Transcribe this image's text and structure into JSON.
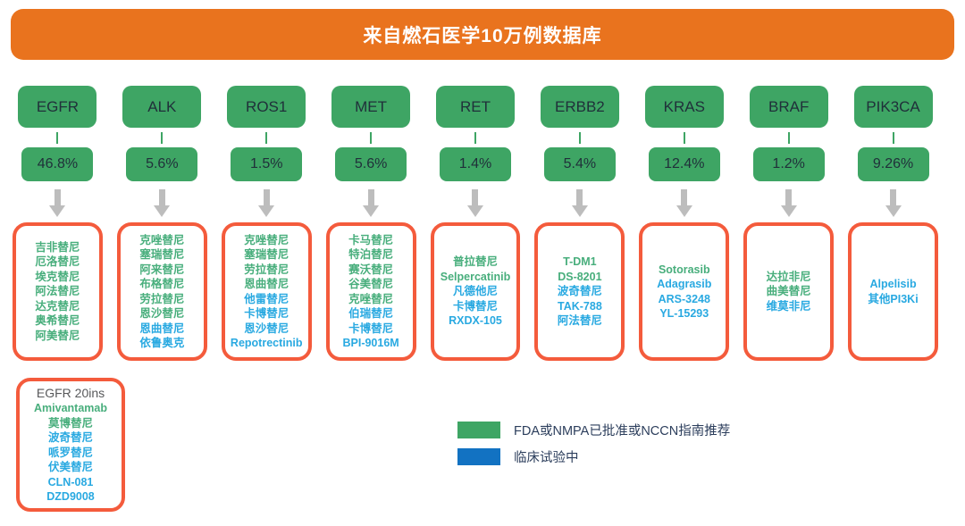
{
  "header": {
    "title": "来自燃石医学10万例数据库"
  },
  "colors": {
    "header_orange": "#E9731E",
    "node_green": "#3EA564",
    "box_border_orange": "#F45B3C",
    "approved_green": "#48AE7C",
    "trial_blue": "#29A9E1",
    "legend_blue": "#1272C2",
    "legend_text": "#2C3E5C",
    "arrow_gray": "#BDBDBD"
  },
  "columns": [
    {
      "gene": "EGFR",
      "frequency": "46.8%",
      "drugs": [
        {
          "name": "吉非替尼",
          "status": "approved"
        },
        {
          "name": "厄洛替尼",
          "status": "approved"
        },
        {
          "name": "埃克替尼",
          "status": "approved"
        },
        {
          "name": "阿法替尼",
          "status": "approved"
        },
        {
          "name": "达克替尼",
          "status": "approved"
        },
        {
          "name": "奥希替尼",
          "status": "approved"
        },
        {
          "name": "阿美替尼",
          "status": "approved"
        }
      ]
    },
    {
      "gene": "ALK",
      "frequency": "5.6%",
      "drugs": [
        {
          "name": "克唑替尼",
          "status": "approved"
        },
        {
          "name": "塞瑞替尼",
          "status": "approved"
        },
        {
          "name": "阿来替尼",
          "status": "approved"
        },
        {
          "name": "布格替尼",
          "status": "approved"
        },
        {
          "name": "劳拉替尼",
          "status": "approved"
        },
        {
          "name": "恩沙替尼",
          "status": "approved"
        },
        {
          "name": "恩曲替尼",
          "status": "trial"
        },
        {
          "name": "依鲁奥克",
          "status": "trial"
        }
      ]
    },
    {
      "gene": "ROS1",
      "frequency": "1.5%",
      "drugs": [
        {
          "name": "克唑替尼",
          "status": "approved"
        },
        {
          "name": "塞瑞替尼",
          "status": "approved"
        },
        {
          "name": "劳拉替尼",
          "status": "approved"
        },
        {
          "name": "恩曲替尼",
          "status": "approved"
        },
        {
          "name": "他雷替尼",
          "status": "trial"
        },
        {
          "name": "卡博替尼",
          "status": "trial"
        },
        {
          "name": "恩沙替尼",
          "status": "trial"
        },
        {
          "name": "Repotrectinib",
          "status": "trial"
        }
      ]
    },
    {
      "gene": "MET",
      "frequency": "5.6%",
      "drugs": [
        {
          "name": "卡马替尼",
          "status": "approved"
        },
        {
          "name": "特泊替尼",
          "status": "approved"
        },
        {
          "name": "赛沃替尼",
          "status": "approved"
        },
        {
          "name": "谷美替尼",
          "status": "approved"
        },
        {
          "name": "克唑替尼",
          "status": "approved"
        },
        {
          "name": "伯瑞替尼",
          "status": "trial"
        },
        {
          "name": "卡博替尼",
          "status": "trial"
        },
        {
          "name": "BPI-9016M",
          "status": "trial"
        }
      ]
    },
    {
      "gene": "RET",
      "frequency": "1.4%",
      "drugs": [
        {
          "name": "普拉替尼",
          "status": "approved"
        },
        {
          "name": "Selpercatinib",
          "status": "approved"
        },
        {
          "name": "凡德他尼",
          "status": "trial"
        },
        {
          "name": "卡博替尼",
          "status": "trial"
        },
        {
          "name": "RXDX-105",
          "status": "trial"
        }
      ]
    },
    {
      "gene": "ERBB2",
      "frequency": "5.4%",
      "drugs": [
        {
          "name": "T-DM1",
          "status": "approved"
        },
        {
          "name": "DS-8201",
          "status": "approved"
        },
        {
          "name": "波奇替尼",
          "status": "trial"
        },
        {
          "name": "TAK-788",
          "status": "trial"
        },
        {
          "name": "阿法替尼",
          "status": "trial"
        }
      ]
    },
    {
      "gene": "KRAS",
      "frequency": "12.4%",
      "drugs": [
        {
          "name": "Sotorasib",
          "status": "approved"
        },
        {
          "name": "Adagrasib",
          "status": "trial"
        },
        {
          "name": "ARS-3248",
          "status": "trial"
        },
        {
          "name": "YL-15293",
          "status": "trial"
        }
      ]
    },
    {
      "gene": "BRAF",
      "frequency": "1.2%",
      "drugs": [
        {
          "name": "达拉非尼",
          "status": "approved"
        },
        {
          "name": "曲美替尼",
          "status": "approved"
        },
        {
          "name": "维莫非尼",
          "status": "trial"
        }
      ]
    },
    {
      "gene": "PIK3CA",
      "frequency": "9.26%",
      "drugs": [
        {
          "name": "Alpelisib",
          "status": "trial"
        },
        {
          "name": "其他PI3Ki",
          "status": "trial"
        }
      ]
    }
  ],
  "extra_box": {
    "title": "EGFR 20ins",
    "drugs": [
      {
        "name": "Amivantamab",
        "status": "approved"
      },
      {
        "name": "莫博替尼",
        "status": "approved"
      },
      {
        "name": "波奇替尼",
        "status": "trial"
      },
      {
        "name": "哌罗替尼",
        "status": "trial"
      },
      {
        "name": "伏美替尼",
        "status": "trial"
      },
      {
        "name": "CLN-081",
        "status": "trial"
      },
      {
        "name": "DZD9008",
        "status": "trial"
      }
    ]
  },
  "legend": {
    "items": [
      {
        "swatch": "green",
        "label": "FDA或NMPA已批准或NCCN指南推荐"
      },
      {
        "swatch": "blue",
        "label": "临床试验中"
      }
    ]
  }
}
